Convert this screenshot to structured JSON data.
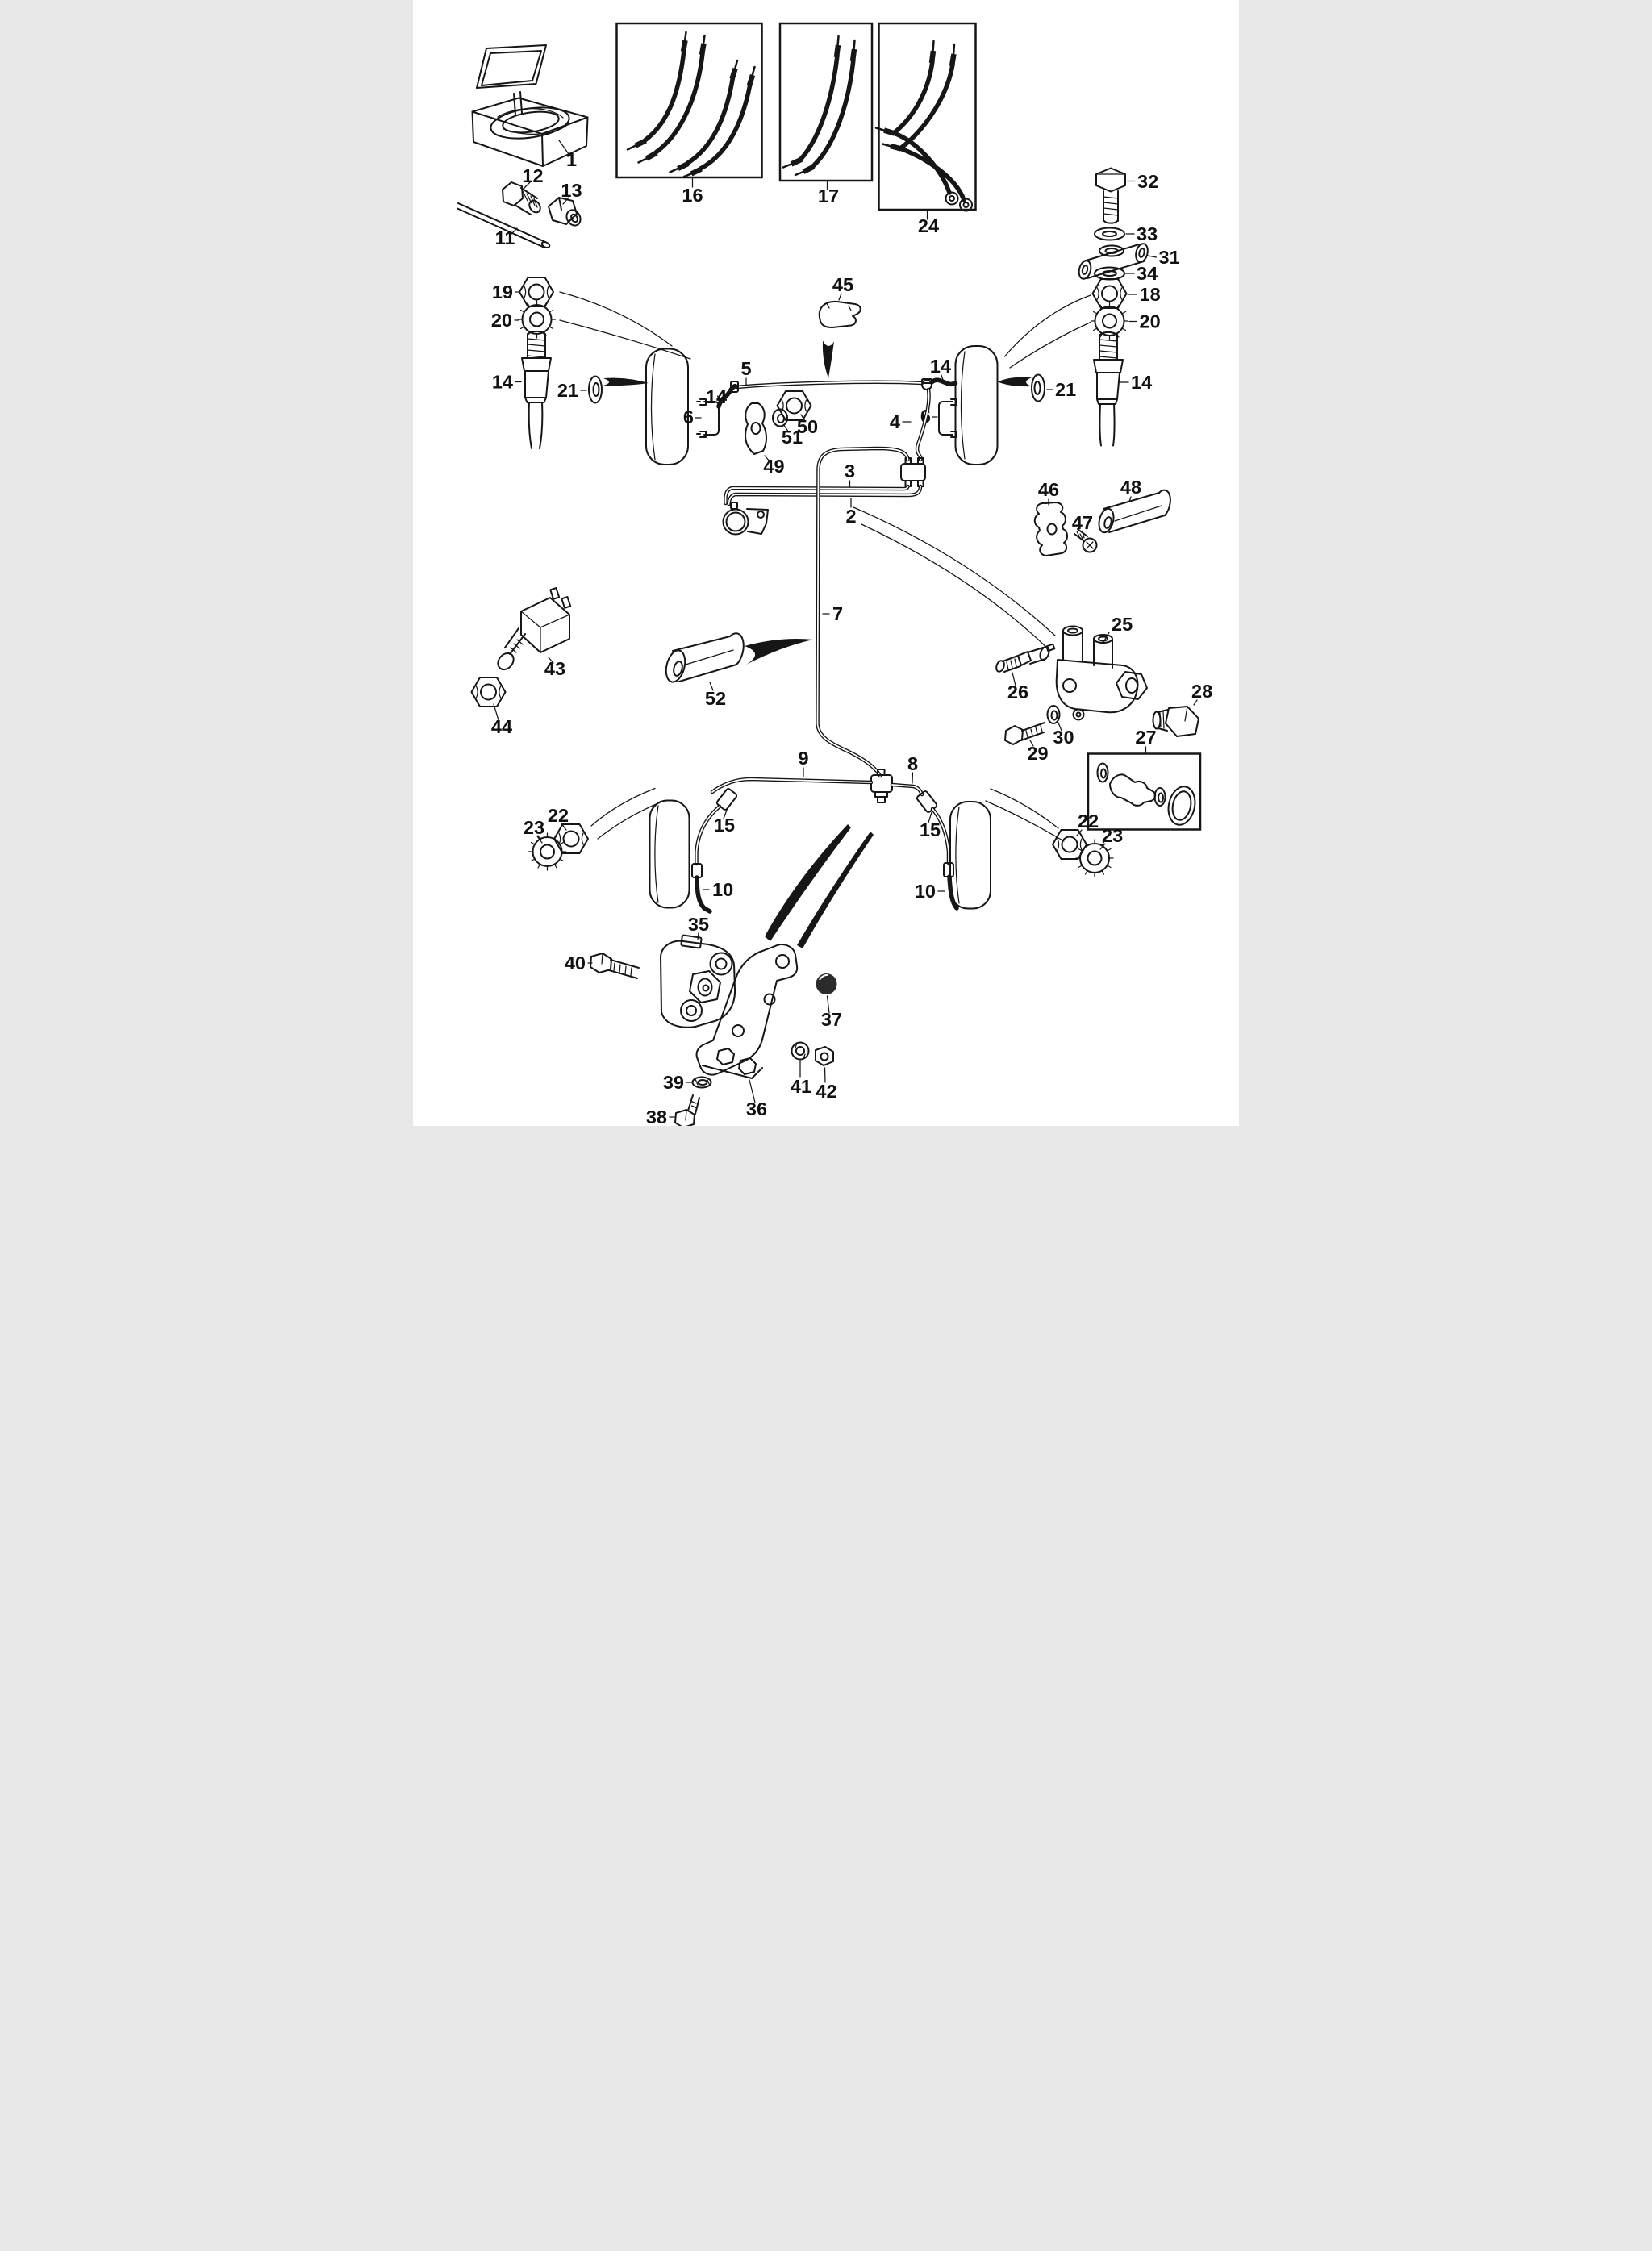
{
  "colors": {
    "ink": "#161616",
    "paper": "#ffffff"
  },
  "callouts": [
    {
      "label": "1"
    },
    {
      "label": "11"
    },
    {
      "label": "12"
    },
    {
      "label": "13"
    },
    {
      "label": "16"
    },
    {
      "label": "17"
    },
    {
      "label": "24"
    },
    {
      "label": "19"
    },
    {
      "label": "20"
    },
    {
      "label": "14"
    },
    {
      "label": "21"
    },
    {
      "label": "6"
    },
    {
      "label": "14"
    },
    {
      "label": "5"
    },
    {
      "label": "45"
    },
    {
      "label": "14"
    },
    {
      "label": "4"
    },
    {
      "label": "6"
    },
    {
      "label": "21"
    },
    {
      "label": "14"
    },
    {
      "label": "32"
    },
    {
      "label": "33"
    },
    {
      "label": "31"
    },
    {
      "label": "34"
    },
    {
      "label": "18"
    },
    {
      "label": "20"
    },
    {
      "label": "49"
    },
    {
      "label": "51"
    },
    {
      "label": "50"
    },
    {
      "label": "3"
    },
    {
      "label": "2"
    },
    {
      "label": "7"
    },
    {
      "label": "46"
    },
    {
      "label": "47"
    },
    {
      "label": "48"
    },
    {
      "label": "43"
    },
    {
      "label": "44"
    },
    {
      "label": "52"
    },
    {
      "label": "26"
    },
    {
      "label": "25"
    },
    {
      "label": "29"
    },
    {
      "label": "30"
    },
    {
      "label": "28"
    },
    {
      "label": "27"
    },
    {
      "label": "9"
    },
    {
      "label": "8"
    },
    {
      "label": "15"
    },
    {
      "label": "15"
    },
    {
      "label": "10"
    },
    {
      "label": "10"
    },
    {
      "label": "22"
    },
    {
      "label": "23"
    },
    {
      "label": "22"
    },
    {
      "label": "23"
    },
    {
      "label": "40"
    },
    {
      "label": "35"
    },
    {
      "label": "37"
    },
    {
      "label": "39"
    },
    {
      "label": "36"
    },
    {
      "label": "41"
    },
    {
      "label": "42"
    },
    {
      "label": "38"
    }
  ]
}
